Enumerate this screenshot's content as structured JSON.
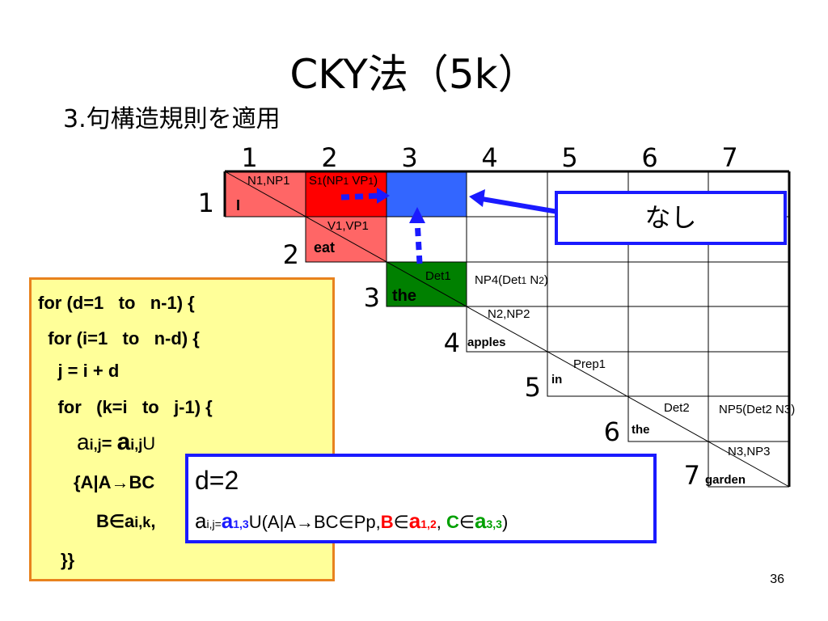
{
  "title": "CKY法（5k）",
  "subtitle": "3.句構造規則を適用",
  "columns": [
    "1",
    "2",
    "3",
    "4",
    "5",
    "6",
    "7"
  ],
  "rows": [
    "1",
    "2",
    "3",
    "4",
    "5",
    "6",
    "7"
  ],
  "words": [
    "I",
    "eat",
    "the",
    "apples",
    "in",
    "the",
    "garden"
  ],
  "cells": {
    "c11": "N1,NP1",
    "c12_prefix": "S",
    "c12_a": "(NP",
    "c12_b": " VP",
    "c12_c": ")",
    "c12_sub": "1",
    "c22": "V1,VP1",
    "c33": "Det1",
    "c34": "NP4(Det",
    "c34_sub1": "1",
    "c34_mid": " N",
    "c34_sub2": "2",
    "c34_end": ")",
    "c44": "N2,NP2",
    "c55": "Prep1",
    "c66": "Det2",
    "c67": "NP5(Det2 N3)",
    "c77": "N3,NP3"
  },
  "nashi": "なし",
  "code_lines": [
    "for (d=1   to   n-1) {",
    "  for (i=1   to   n-d) {",
    "    j = i + d",
    "    for   (k=i   to   j-1) {"
  ],
  "code_a1": "a",
  "code_a1_sub": "i,j",
  "code_eq": "= ",
  "code_a2": "a",
  "code_a2_sub": "i,j",
  "code_union": "U",
  "code_set": "{A|A→BC",
  "code_b": "B∈a",
  "code_b_sub": "i,k",
  "code_comma": ",",
  "code_close": "}}",
  "d2_title": "d=2",
  "d2_formula": {
    "a": "a",
    "a_sub": "i,j=",
    "a13": "a",
    "a13_sub": "1,3",
    "union_rule": "U(A|A→BC∈Pp,",
    "b": "B",
    "b_in": "∈",
    "a12": "a",
    "a12_sub": "1,2",
    "sep": ", ",
    "c": "C",
    "c_in": "∈",
    "a33": "a",
    "a33_sub": "3,3",
    "close": ")"
  },
  "page_number": "36",
  "colors": {
    "red": "#ff0000",
    "blue": "#3366ff",
    "green": "#008000",
    "box_border": "#1a1aff",
    "code_bg": "#ffff99",
    "code_border": "#e8821e"
  }
}
